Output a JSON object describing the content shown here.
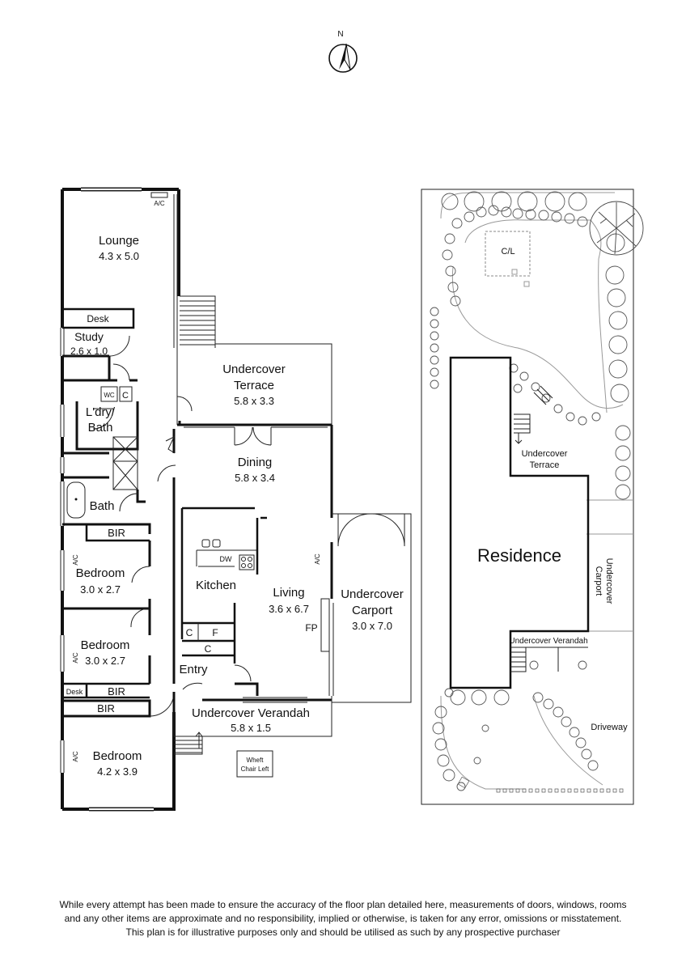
{
  "compass": {
    "label": "N"
  },
  "rooms": {
    "lounge": {
      "name": "Lounge",
      "size": "4.3 x 5.0"
    },
    "study": {
      "name": "Study",
      "size": "2.6 x 1.0"
    },
    "desk_study": "Desk",
    "ldry": {
      "name_line1": "L'dry/",
      "name_line2": "Bath"
    },
    "bath": "Bath",
    "bedroom1": {
      "name": "Bedroom",
      "size": "3.0 x 2.7",
      "ac": "A/C",
      "bir": "BIR"
    },
    "bedroom2": {
      "name": "Bedroom",
      "size": "3.0 x 2.7",
      "ac": "A/C",
      "bir": "BIR",
      "desk": "Desk"
    },
    "bedroom3": {
      "name": "Bedroom",
      "size": "4.2 x 3.9",
      "ac": "A/C",
      "bir": "BIR"
    },
    "terrace": {
      "name": "Undercover",
      "name2": "Terrace",
      "size": "5.8 x 3.3"
    },
    "dining": {
      "name": "Dining",
      "size": "5.8 x 3.4"
    },
    "kitchen": {
      "name": "Kitchen",
      "dw": "DW"
    },
    "living": {
      "name": "Living",
      "size": "3.6 x 6.7",
      "ac": "A/C",
      "fp": "FP"
    },
    "entry": {
      "name": "Entry",
      "c1": "C",
      "f": "F",
      "c2": "C"
    },
    "carport": {
      "name": "Undercover",
      "name2": "Carport",
      "size": "3.0 x 7.0"
    },
    "verandah": {
      "name": "Undercover Verandah",
      "size": "5.8 x 1.5"
    },
    "wheelchair": {
      "line1": "Wheft",
      "line2": "Chair Left"
    },
    "lounge_ac": "A/C",
    "wc": "WC",
    "c_ldry": "C"
  },
  "site": {
    "residence": "Residence",
    "cl": "C/L",
    "terrace_line1": "Undercover",
    "terrace_line2": "Terrace",
    "carport_line1": "Undercover",
    "carport_line2": "Carport",
    "verandah": "Undercover Verandah",
    "driveway": "Driveway"
  },
  "disclaimer": [
    "While every attempt has been made to ensure the accuracy of the floor plan detailed here, measurements of doors, windows, rooms",
    "and any other items are approximate and no responsibility, implied or otherwise, is taken for any error, omissions or misstatement.",
    "This plan is for illustrative purposes only and should be utilised as such by any prospective purchaser"
  ]
}
